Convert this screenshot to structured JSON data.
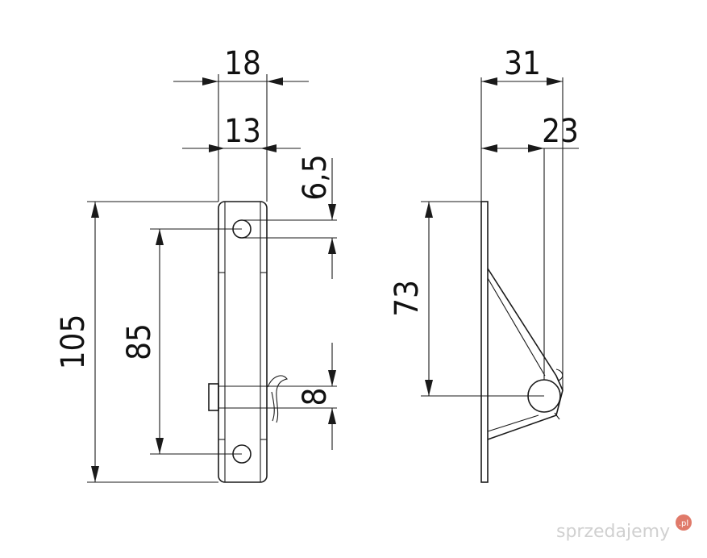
{
  "front_view": {
    "width_outer": "18",
    "width_inner": "13",
    "hole_offset": "6,5",
    "overall_length": "105",
    "hole_spacing": "85",
    "pin_diameter": "8"
  },
  "side_view": {
    "depth_outer": "31",
    "depth_to_pin": "23",
    "height_to_pin": "73"
  },
  "watermark": {
    "text": "sprzedajemy",
    "badge": ".pl",
    "color": "#d0d0d0",
    "badge_color": "#e07a6a"
  }
}
